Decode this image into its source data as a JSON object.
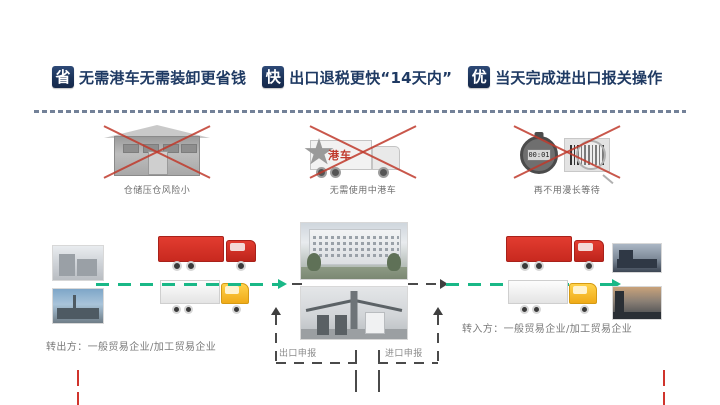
{
  "header": {
    "benefits": [
      {
        "badge": "省",
        "text": "无需港车无需装卸更省钱"
      },
      {
        "badge": "快",
        "text": "出口退税更快“14天内”"
      },
      {
        "badge": "优",
        "text": "当天完成进出口报关操作"
      }
    ]
  },
  "features": [
    {
      "label": "仓储压仓风险小",
      "icon": "warehouse-icon",
      "crossed": "true"
    },
    {
      "label": "无需使用中港车",
      "icon": "truck-icon",
      "crossed": "true",
      "overlay_text": "港车"
    },
    {
      "label": "再不用漫长等待",
      "icon": "stopwatch-barcode-icon",
      "crossed": "true",
      "timer_value": "00:01"
    }
  ],
  "flow": {
    "origin_label": "转出方：一般贸易企业/加工贸易企业",
    "destination_label": "转入方：一般贸易企业/加工贸易企业",
    "export_declaration_label": "出口申报",
    "import_declaration_label": "进口申报"
  },
  "colors": {
    "badge_blue": "#1b3359",
    "header_text": "#1f3a63",
    "flow_green": "#19b887",
    "cross_red": "#c0392b",
    "marker_red": "#d0342c",
    "truck_red": "#d62f23",
    "truck_yellow": "#f0ab18"
  }
}
